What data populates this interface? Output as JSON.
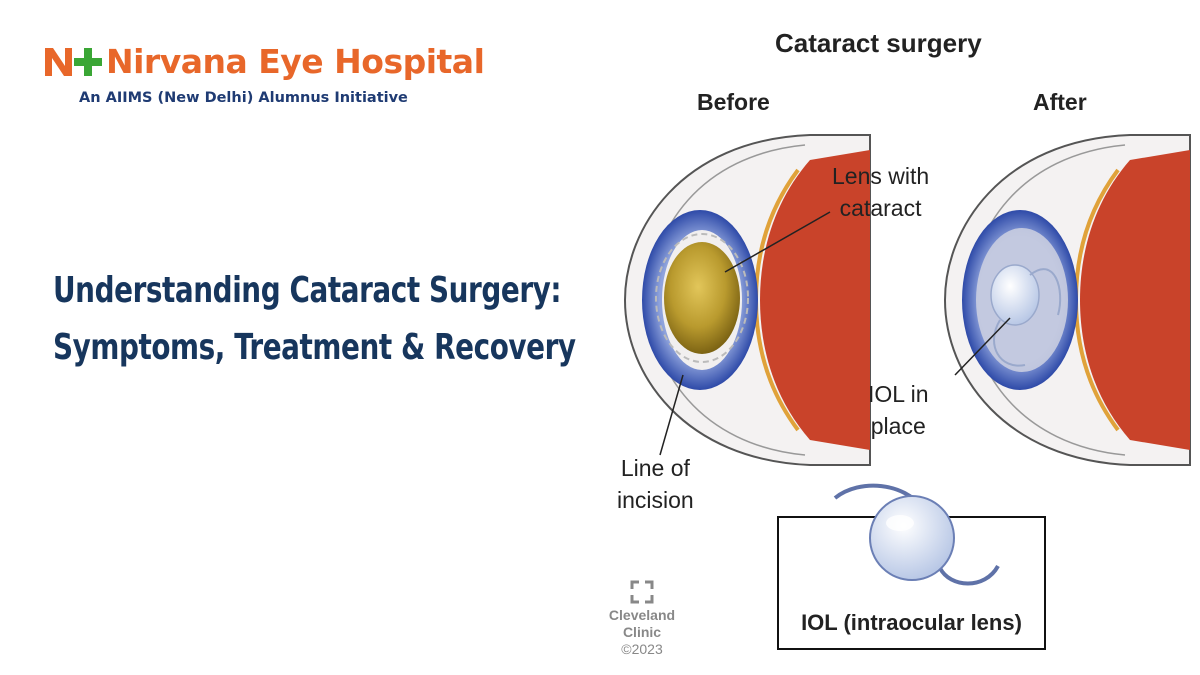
{
  "logo": {
    "mark": "N+",
    "name": "Nirvana Eye Hospital",
    "tagline": "An AIIMS (New Delhi) Alumnus Initiative",
    "colors": {
      "orange": "#e8672a",
      "green": "#3aa635",
      "navy": "#1f3b73"
    }
  },
  "headline": {
    "line1": "Understanding Cataract Surgery:",
    "line2": "Symptoms, Treatment & Recovery",
    "color": "#17365d"
  },
  "diagram": {
    "title": "Cataract surgery",
    "before_label": "Before",
    "after_label": "After",
    "lens_label_line1": "Lens with",
    "lens_label_line2": "cataract",
    "incision_label_line1": "Line of",
    "incision_label_line2": "incision",
    "iol_label_line1": "IOL in",
    "iol_label_line2": "place",
    "iol_box_caption": "IOL (intraocular lens)",
    "credit": {
      "icon": "cleveland-clinic-logo-icon",
      "line1": "Cleveland",
      "line2": "Clinic",
      "line3": "©2023"
    },
    "colors": {
      "iris": "#2e4aa8",
      "cataract_lens": "#b99a2e",
      "retina": "#c9432a",
      "iol": "#d6e3f5"
    }
  }
}
